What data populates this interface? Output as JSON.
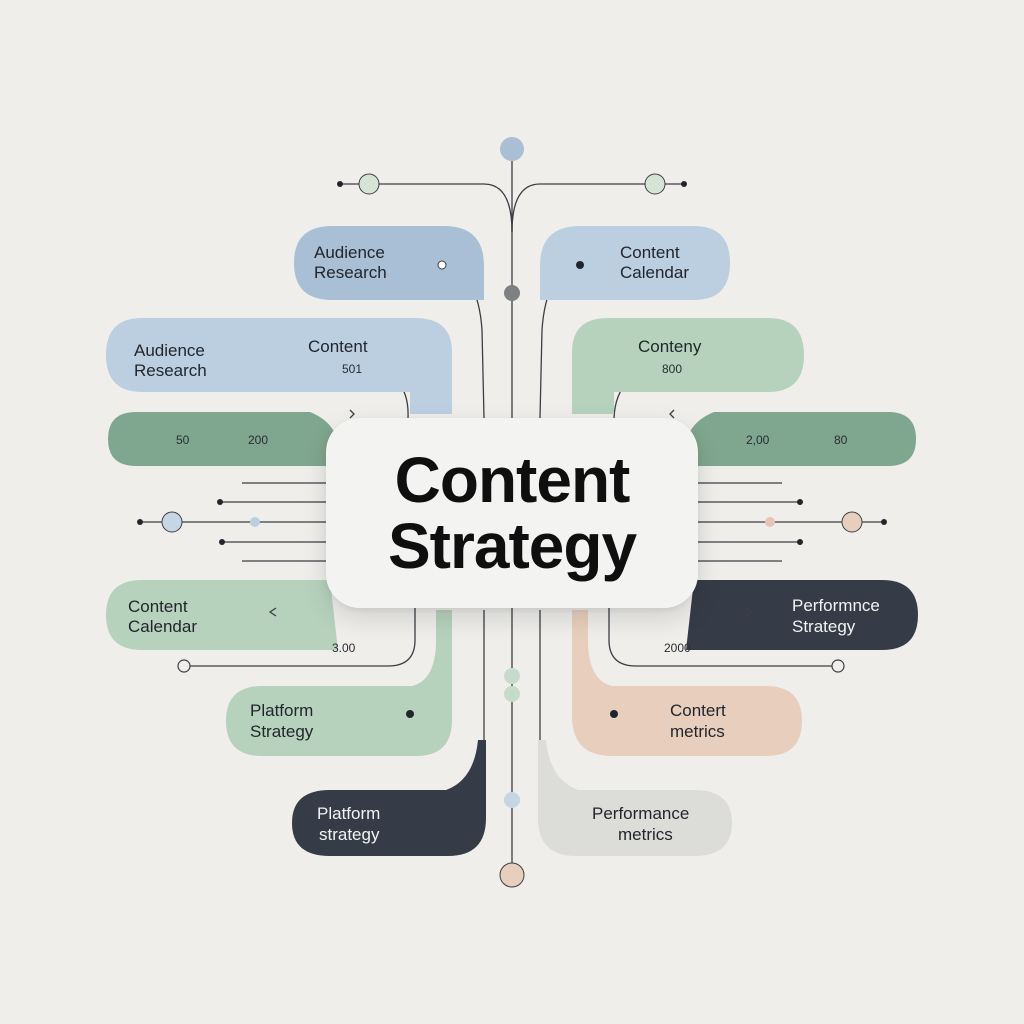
{
  "title": {
    "line1": "Content",
    "line2": "Strategy"
  },
  "nodes": {
    "left_top": {
      "line1": "Audience",
      "line2": "Research"
    },
    "right_top": {
      "line1": "Content",
      "line2": "Calendar"
    },
    "left_second": {
      "line1": "Audience",
      "line2": "Research",
      "sub_label": "Content",
      "sub_value": "501"
    },
    "right_second": {
      "label": "Conteny",
      "value": "800"
    },
    "left_third": {
      "value_a": "50",
      "value_b": "200"
    },
    "right_third": {
      "value_a": "2,00",
      "value_b": "80"
    },
    "left_fourth": {
      "line1": "Content",
      "line2": "Calendar",
      "value": "3.00"
    },
    "right_fourth": {
      "line1": "Performnce",
      "line2": "Strategy",
      "value": "2000"
    },
    "left_fifth": {
      "line1": "Platform",
      "line2": "Strategy"
    },
    "right_fifth": {
      "line1": "Contert",
      "line2": "metrics"
    },
    "left_bottom": {
      "line1": "Platform",
      "line2": "strategy"
    },
    "right_bottom": {
      "line1": "Performance",
      "line2": "metrics"
    }
  },
  "colors": {
    "blue": "#a9bfd6",
    "blue_light": "#bccfe0",
    "green": "#7fa68f",
    "green_light": "#b6d2bd",
    "peach": "#e8cfbd",
    "navy": "#363c47",
    "grey": "#dcdcd9",
    "background": "#efeeeb"
  }
}
